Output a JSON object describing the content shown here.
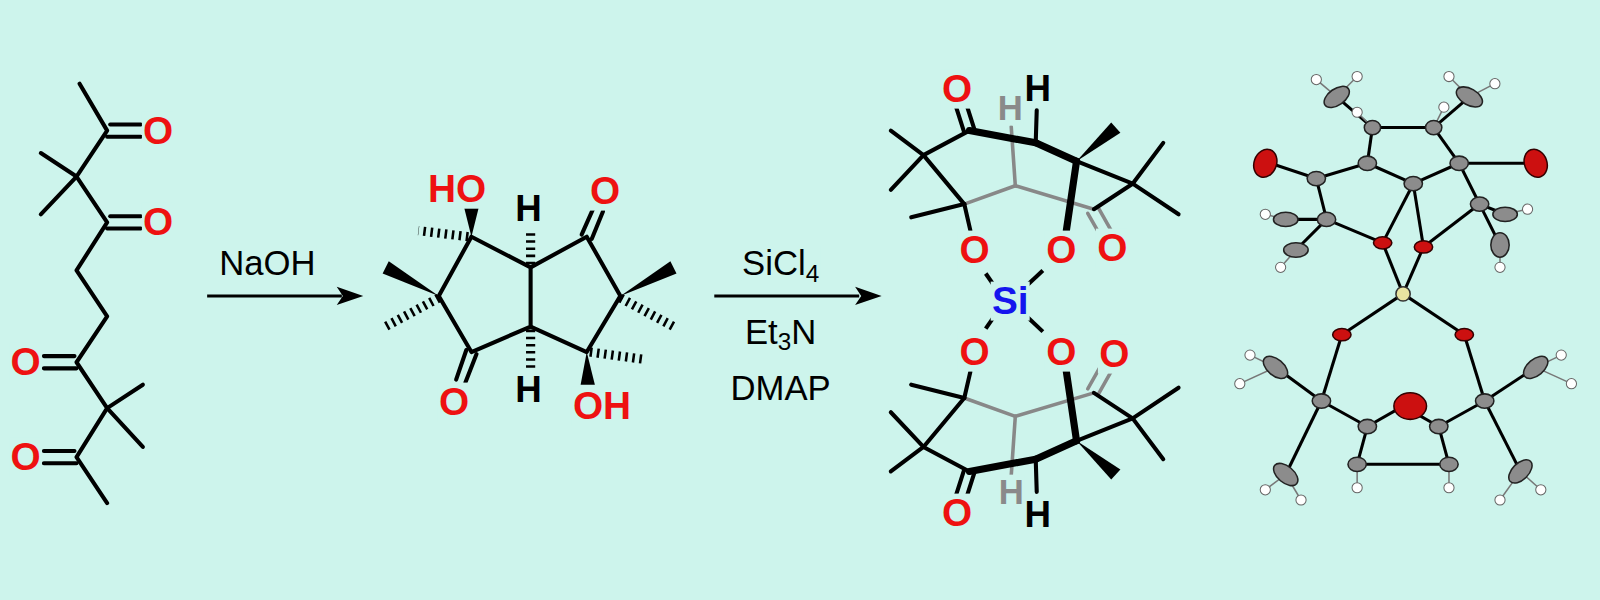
{
  "diagram": {
    "labels": [
      "O",
      "O",
      "O",
      "O",
      "NaOH",
      "HO",
      "H",
      "O",
      "O",
      "H",
      "OH",
      "SiCl4",
      "Et3N",
      "DMAP",
      "O",
      "H",
      "H",
      "O",
      "O",
      "O",
      "Si",
      "O",
      "O",
      "O",
      "H",
      "H",
      "O"
    ]
  }
}
